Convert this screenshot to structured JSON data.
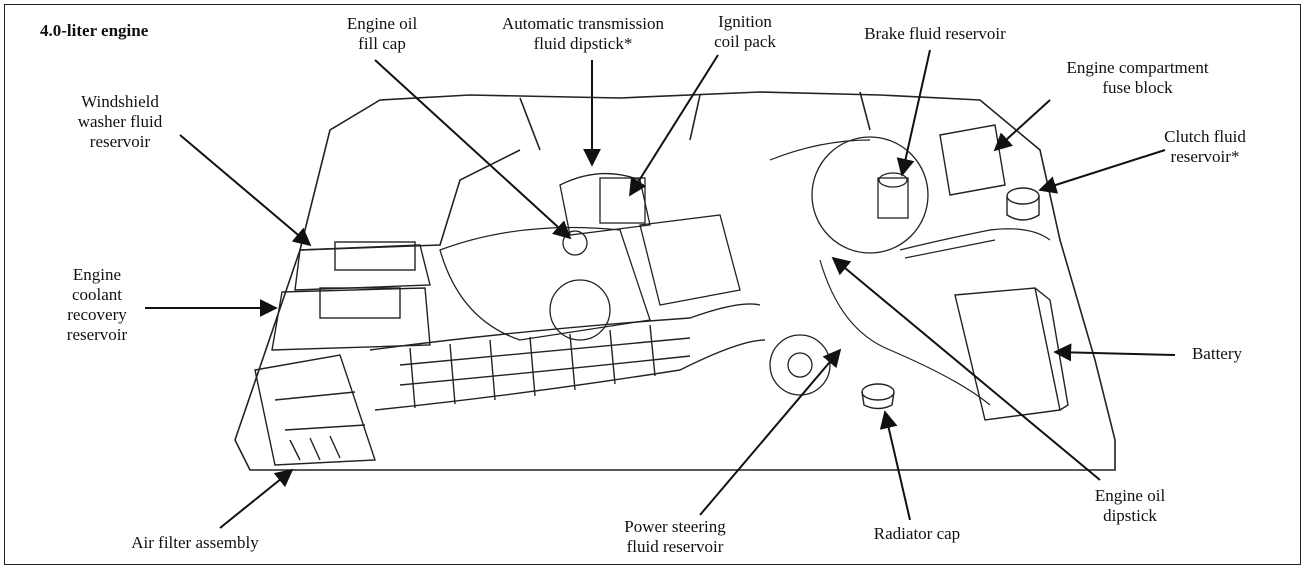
{
  "title": "4.0-liter engine",
  "labels": {
    "engine_oil_fill_cap": "Engine oil\nfill cap",
    "automatic_transmission_fluid_dipstick": "Automatic transmission\nfluid dipstick*",
    "ignition_coil_pack": "Ignition\ncoil pack",
    "brake_fluid_reservoir": "Brake fluid reservoir",
    "engine_compartment_fuse_block": "Engine compartment\nfuse block",
    "clutch_fluid_reservoir": "Clutch fluid\nreservoir*",
    "windshield_washer_fluid_reservoir": "Windshield\nwasher fluid\nreservoir",
    "engine_coolant_recovery_reservoir": "Engine\ncoolant\nrecovery\nreservoir",
    "battery": "Battery",
    "air_filter_assembly": "Air filter assembly",
    "power_steering_fluid_reservoir": "Power steering\nfluid reservoir",
    "radiator_cap": "Radiator cap",
    "engine_oil_dipstick": "Engine oil\ndipstick"
  },
  "colors": {
    "ink": "#111111",
    "background": "#ffffff"
  }
}
